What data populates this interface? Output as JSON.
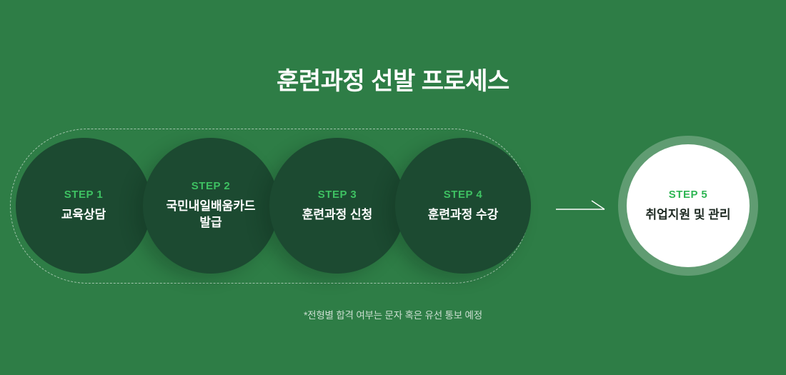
{
  "page": {
    "title": "훈련과정 선발 프로세스",
    "footnote": "*전형별 합격 여부는 문자 혹은 유선 통보 예정"
  },
  "steps": [
    {
      "label": "STEP 1",
      "title": "교육상담"
    },
    {
      "label": "STEP 2",
      "title": "국민내일배움카드 발급"
    },
    {
      "label": "STEP 3",
      "title": "훈련과정 신청"
    },
    {
      "label": "STEP 4",
      "title": "훈련과정 수강"
    },
    {
      "label": "STEP 5",
      "title": "취업지원 및 관리"
    }
  ],
  "icons": {
    "arrow": "arrow-right-icon"
  },
  "colors": {
    "background": "#2e7d46",
    "circle_dark": "#1c4a31",
    "step_label_green": "#3ec162",
    "step5_label_green": "#2eb553",
    "step5_title_dark": "#1e2a22",
    "white": "#ffffff"
  }
}
